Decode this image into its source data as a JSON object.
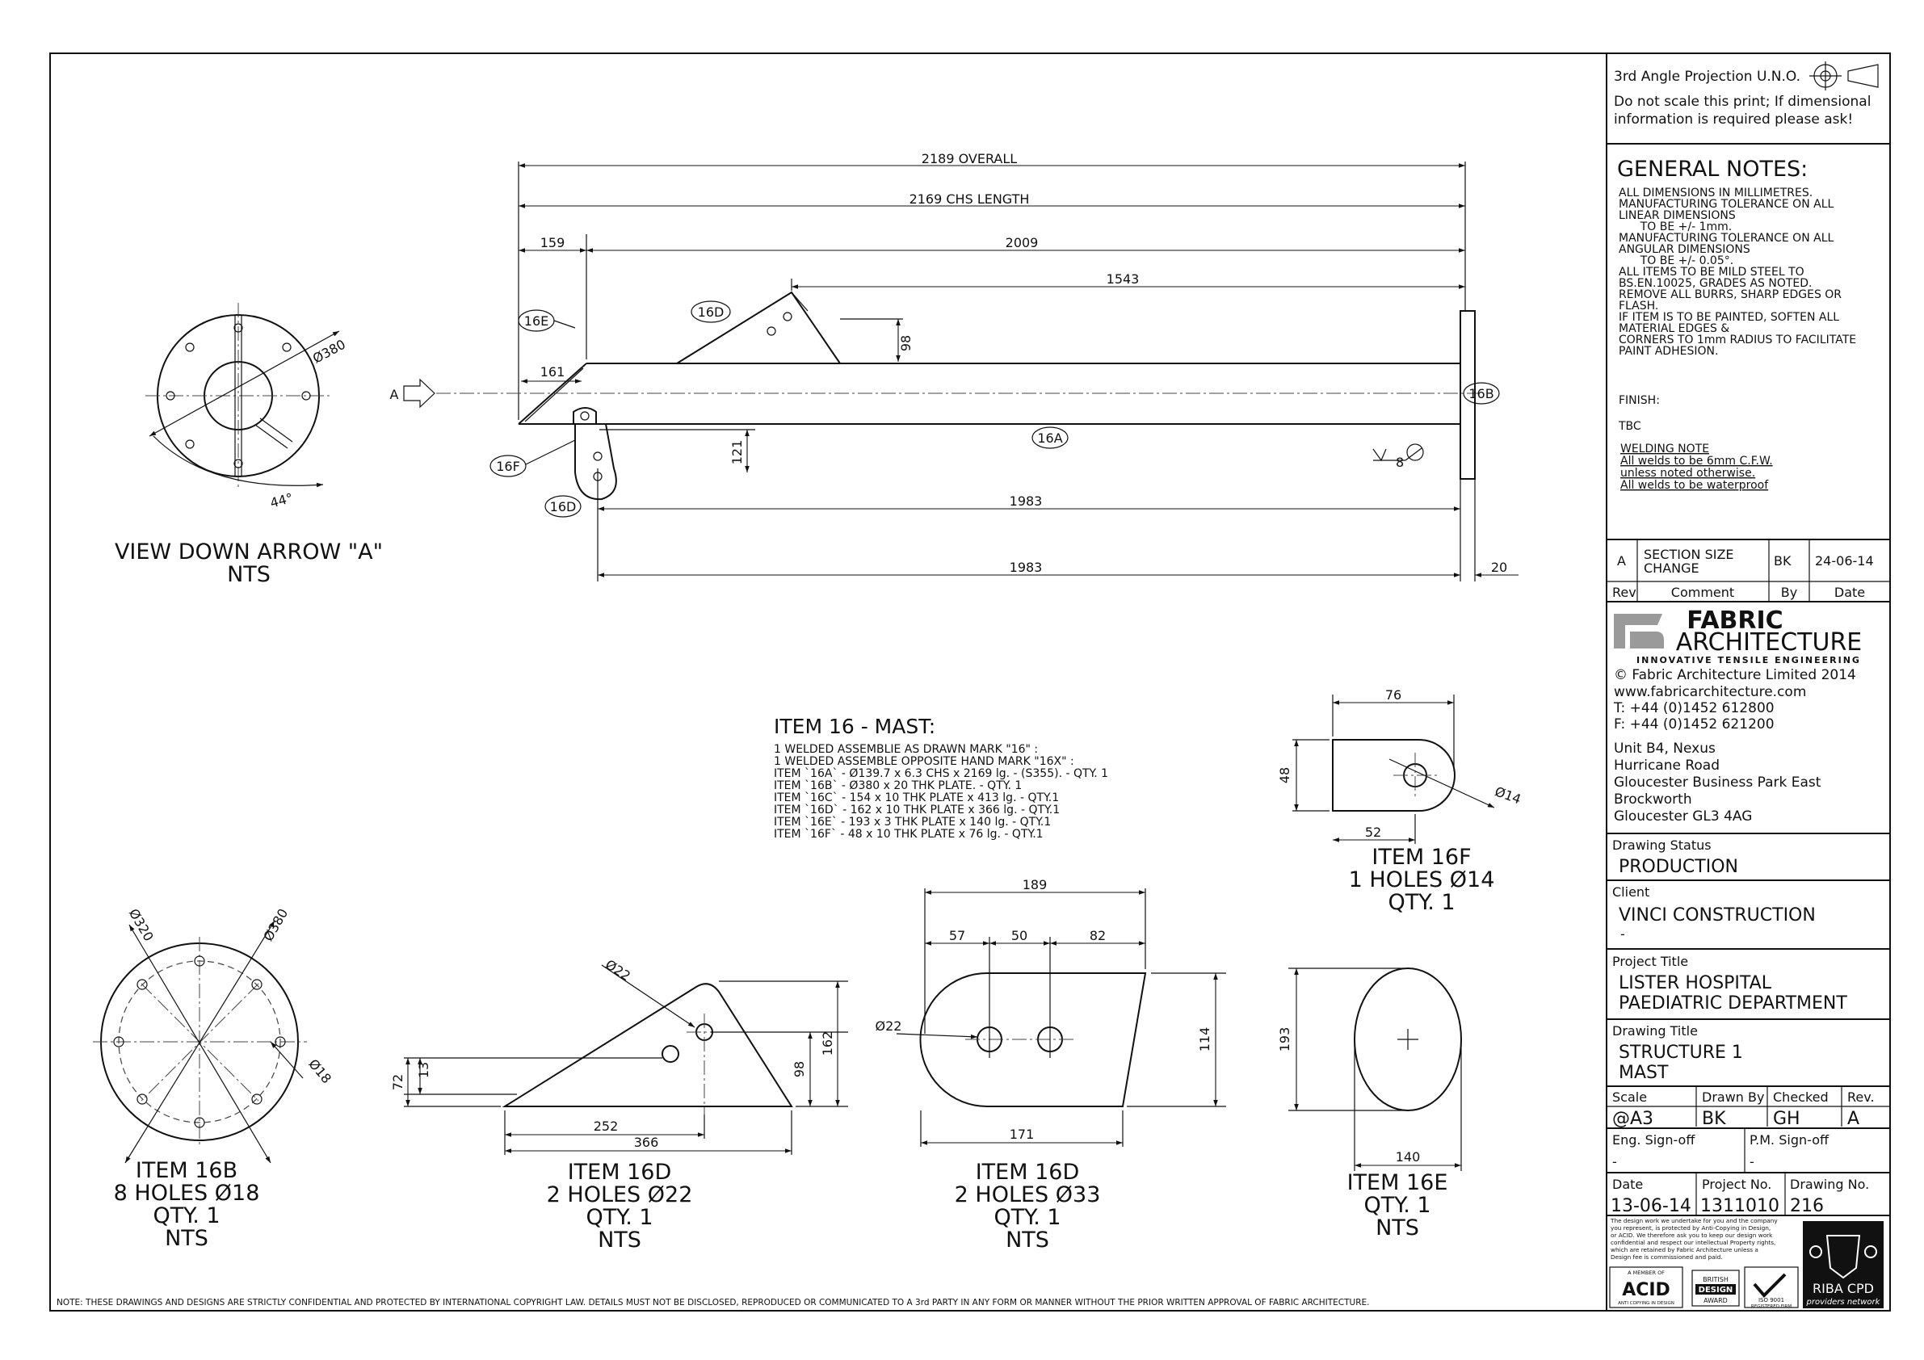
{
  "title_block": {
    "projection_note": "3rd Angle Projection U.N.O.",
    "scale_warning": [
      "Do not scale this print; If dimensional",
      "information is required please ask!"
    ],
    "general_notes_title": "GENERAL NOTES:",
    "general_notes": [
      "ALL DIMENSIONS IN MILLIMETRES.",
      "MANUFACTURING TOLERANCE ON ALL",
      "LINEAR DIMENSIONS",
      "      TO BE +/- 1mm.",
      "MANUFACTURING TOLERANCE ON ALL",
      "ANGULAR DIMENSIONS",
      "      TO BE +/- 0.05°.",
      "ALL ITEMS TO BE MILD STEEL TO",
      "BS.EN.10025, GRADES AS NOTED.",
      "REMOVE ALL BURRS, SHARP EDGES OR",
      "FLASH.",
      "IF ITEM IS TO BE PAINTED, SOFTEN ALL",
      "MATERIAL EDGES &",
      "CORNERS TO 1mm RADIUS TO FACILITATE",
      "PAINT ADHESION."
    ],
    "finish_label": "FINISH:",
    "finish_value": "TBC",
    "welding_title": "WELDING NOTE",
    "welding_notes": [
      "All welds to be 6mm C.F.W.",
      "unless noted otherwise.",
      "All welds to be waterproof"
    ],
    "revision": {
      "rev": "A",
      "comment": "SECTION SIZE\nCHANGE",
      "comment_1": "SECTION SIZE",
      "comment_2": "CHANGE",
      "by": "BK",
      "date": "24-06-14"
    },
    "revision_headers": {
      "rev": "Rev",
      "comment": "Comment",
      "by": "By",
      "date": "Date"
    },
    "company": {
      "name_1": "FABRIC",
      "name_2": "ARCHITECTURE",
      "tagline": "INNOVATIVE TENSILE ENGINEERING",
      "copyright": "© Fabric Architecture Limited 2014",
      "website": "www.fabricarchitecture.com",
      "tel": "T: +44 (0)1452 612800",
      "fax": "F: +44 (0)1452 621200",
      "address": [
        "Unit B4, Nexus",
        "Hurricane Road",
        "Gloucester Business Park East",
        "Brockworth",
        "Gloucester GL3 4AG"
      ]
    },
    "drawing_status_label": "Drawing Status",
    "drawing_status": "PRODUCTION",
    "client_label": "Client",
    "client": "VINCI CONSTRUCTION",
    "client_2": "-",
    "project_title_label": "Project Title",
    "project_title_1": "LISTER HOSPITAL",
    "project_title_2": "PAEDIATRIC DEPARTMENT",
    "drawing_title_label": "Drawing Title",
    "drawing_title_1": "STRUCTURE 1",
    "drawing_title_2": "MAST",
    "scale_label": "Scale",
    "scale": "@A3",
    "drawn_by_label": "Drawn By",
    "drawn_by": "BK",
    "checked_label": "Checked",
    "checked": "GH",
    "rev_label": "Rev.",
    "rev": "A",
    "eng_signoff_label": "Eng. Sign-off",
    "eng_signoff": "-",
    "pm_signoff_label": "P.M. Sign-off",
    "pm_signoff": "-",
    "date_label": "Date",
    "date": "13-06-14",
    "project_no_label": "Project No.",
    "project_no": "1311010",
    "drawing_no_label": "Drawing No.",
    "drawing_no": "216",
    "disclaimer": [
      "The design work we undertake for you and the company",
      "you represent, is protected by Anti-Copying in Design,",
      "or ACID. We therefore ask you to keep our design work",
      "confidential and respect our intellectual Property rights,",
      "which are retained by Fabric Architecture unless a",
      "Design fee is commissioned and paid."
    ],
    "badges": {
      "acid_top": "A MEMBER OF",
      "acid": "ACID",
      "acid_bottom": "ANTI COPYING IN DESIGN",
      "bda_1": "BRITISH",
      "bda_2": "DESIGN",
      "bda_3": "AWARD",
      "iso_1": "ISO 9001",
      "iso_2": "REGISTERED FIRM",
      "riba_1": "RIBA CPD",
      "riba_2": "providers network"
    }
  },
  "main_view": {
    "dims": {
      "overall": "2189 OVERALL",
      "chs_length": "2169 CHS LENGTH",
      "d159": "159",
      "d2009": "2009",
      "d1543": "1543",
      "d98": "98",
      "d161": "161",
      "d121": "121",
      "d1983a": "1983",
      "d1983b": "1983",
      "d20": "20"
    },
    "labels": {
      "e": "16E",
      "d_top": "16D",
      "b": "16B",
      "a": "16A",
      "f": "16F",
      "d_bot": "16D",
      "arrow": "A",
      "weld": "8"
    }
  },
  "view_a": {
    "dia": "Ø380",
    "angle": "44°",
    "caption_1": "VIEW DOWN ARROW \"A\"",
    "caption_2": "NTS"
  },
  "item_list": {
    "title": "ITEM 16 - MAST:",
    "lines": [
      "1 WELDED ASSEMBLIE AS DRAWN MARK \"16\" :",
      "1 WELDED ASSEMBLE OPPOSITE HAND MARK \"16X\" :",
      "ITEM `16A`   - Ø139.7 x 6.3 CHS x 2169 lg. - (S355). - QTY. 1",
      "ITEM `16B`   - Ø380 x 20 THK PLATE. - QTY. 1",
      "ITEM `16C`   - 154 x 10 THK PLATE x 413 lg. - QTY.1",
      "ITEM `16D`   - 162 x 10 THK PLATE x 366 lg. - QTY.1",
      "ITEM `16E`   - 193 x 3 THK PLATE x 140 lg. - QTY.1",
      "ITEM `16F`   - 48 x 10 THK PLATE x 76 lg. - QTY.1"
    ]
  },
  "item_16b": {
    "d320": "Ø320",
    "d380": "Ø380",
    "d18": "Ø18",
    "caption": [
      "ITEM 16B",
      "8 HOLES Ø18",
      "QTY. 1",
      "NTS"
    ]
  },
  "item_16d_a": {
    "d22": "Ø22",
    "d72": "72",
    "d13": "13",
    "d98": "98",
    "d162": "162",
    "d252": "252",
    "d366": "366",
    "caption": [
      "ITEM 16D",
      "2 HOLES Ø22",
      "QTY. 1",
      "NTS"
    ]
  },
  "item_16d_b": {
    "d189": "189",
    "d57": "57",
    "d50": "50",
    "d82": "82",
    "d22": "Ø22",
    "d114": "114",
    "d171": "171",
    "caption": [
      "ITEM 16D",
      "2 HOLES Ø33",
      "QTY. 1",
      "NTS"
    ]
  },
  "item_16f": {
    "d76": "76",
    "d48": "48",
    "d52": "52",
    "d14": "Ø14",
    "caption": [
      "ITEM 16F",
      "1 HOLES Ø14",
      "QTY. 1"
    ]
  },
  "item_16e": {
    "d193": "193",
    "d140": "140",
    "caption": [
      "ITEM 16E",
      "QTY. 1",
      "NTS"
    ]
  },
  "footer_note": "NOTE: THESE DRAWINGS AND DESIGNS ARE STRICTLY CONFIDENTIAL AND PROTECTED BY INTERNATIONAL COPYRIGHT LAW. DETAILS MUST NOT BE DISCLOSED, REPRODUCED OR COMMUNICATED TO A 3rd PARTY IN ANY FORM OR MANNER WITHOUT THE PRIOR WRITTEN APPROVAL OF FABRIC ARCHITECTURE."
}
